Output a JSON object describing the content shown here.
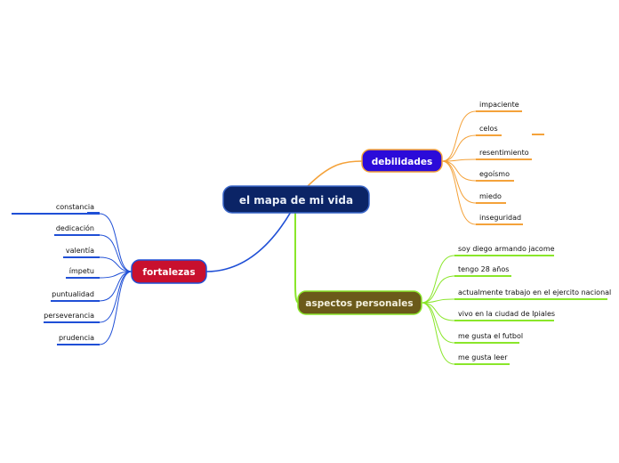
{
  "center": {
    "label": "el mapa de mi vida",
    "fill": "#0b2466",
    "text": "#e8eef8"
  },
  "branches": {
    "debilidades": {
      "label": "debilidades",
      "fill": "#2b0bd9",
      "stroke": "#f4a23a",
      "line": "#f4a23a",
      "text": "#ffffff",
      "items": [
        "impaciente",
        "celos",
        "resentimiento",
        "egoísmo",
        "miedo",
        "inseguridad"
      ]
    },
    "aspectos": {
      "label": "aspectos personales",
      "fill": "#6b5a1a",
      "stroke": "#8ae62a",
      "line": "#8ae62a",
      "text": "#f3f0dd",
      "items": [
        "soy diego armando jacome",
        "tengo 28 años",
        "actualmente trabajo en el ejercito nacional",
        "vivo en la ciudad de Ipiales",
        "me gusta el futbol",
        "me gusta leer"
      ]
    },
    "fortalezas": {
      "label": "fortalezas",
      "fill": "#c8102e",
      "stroke": "#1f4fd6",
      "line": "#1f4fd6",
      "text": "#ffffff",
      "items": [
        "constancia",
        "dedicación",
        "valentía",
        "ímpetu",
        "puntualidad",
        "perseverancia",
        "prudencia"
      ]
    }
  }
}
